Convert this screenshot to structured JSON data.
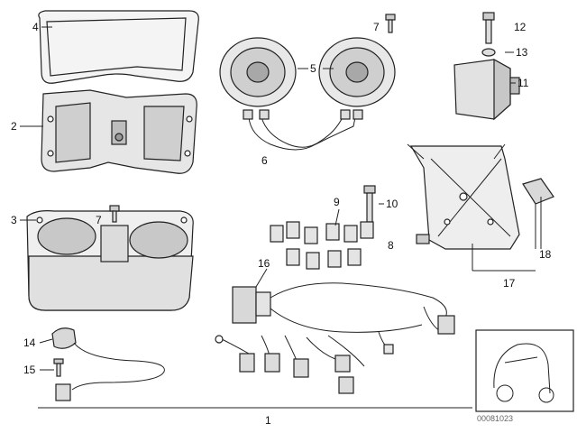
{
  "labels": {
    "l1": "1",
    "l2": "2",
    "l3": "3",
    "l4": "4",
    "l5": "5",
    "l6": "6",
    "l7a": "7",
    "l7b": "7",
    "l8": "8",
    "l9": "9",
    "l10": "10",
    "l11": "11",
    "l12": "12",
    "l13": "13",
    "l14": "14",
    "l15": "15",
    "l16": "16",
    "l17": "17",
    "l18": "18"
  },
  "drawing_code": "00081023"
}
